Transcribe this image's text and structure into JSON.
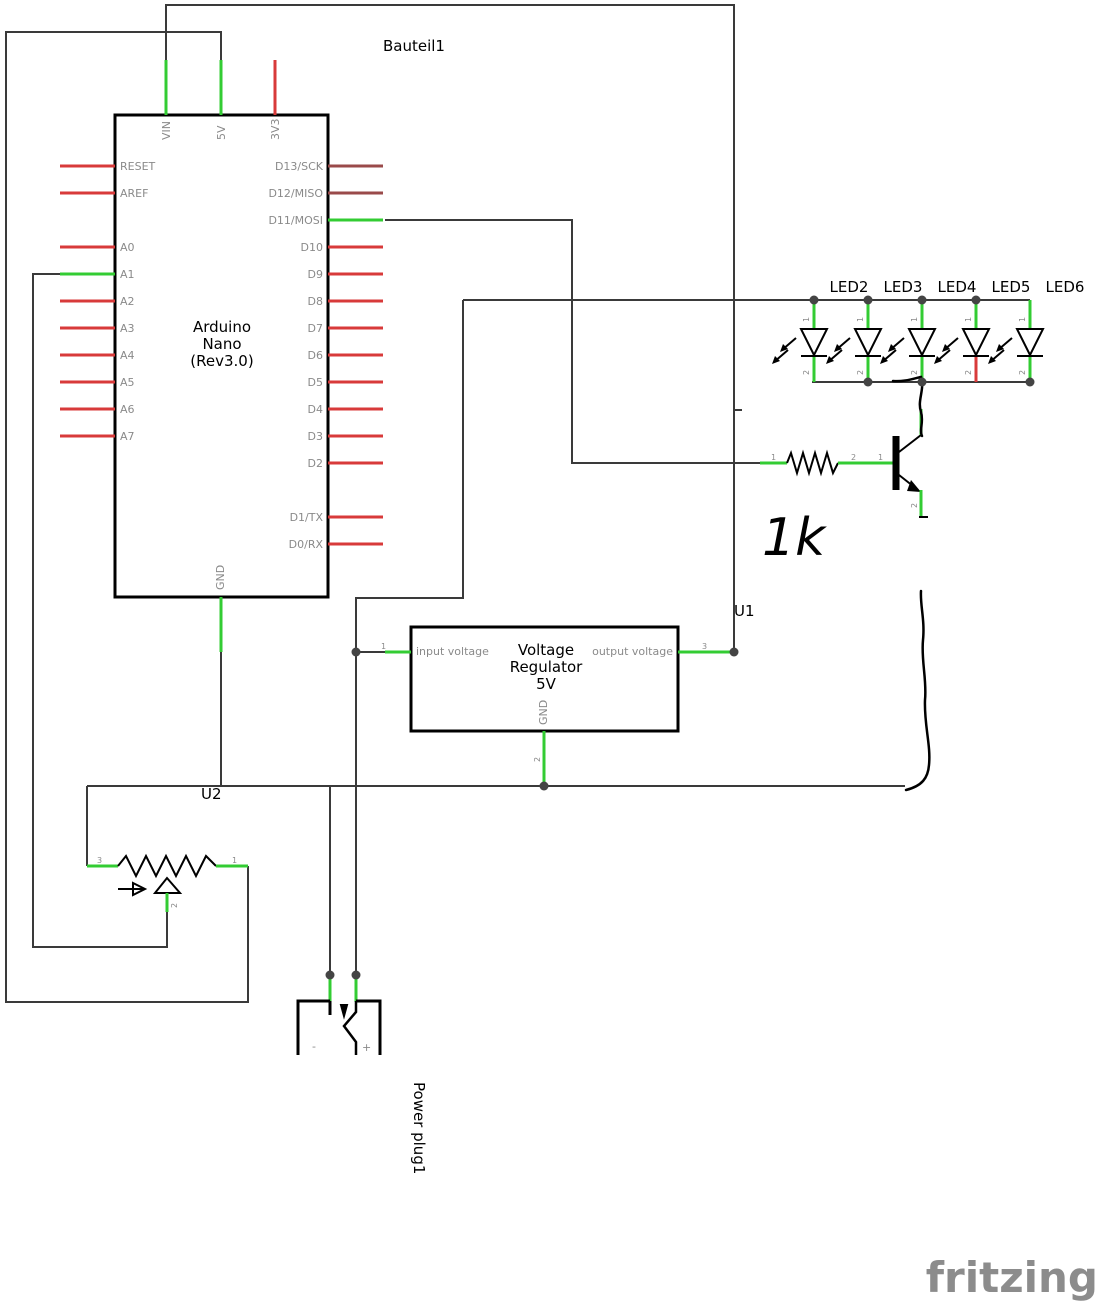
{
  "labels": {
    "arduino_ref": "Bauteil1",
    "arduino_title": [
      "Arduino",
      "Nano",
      "(Rev3.0)"
    ],
    "regulator_ref": "U1",
    "regulator_title": [
      "Voltage",
      "Regulator",
      "5V"
    ],
    "regulator_in": "input voltage",
    "regulator_out": "output voltage",
    "regulator_gnd": "GND",
    "pot_ref": "U2",
    "power_plug_ref": "Power plug1",
    "plug_minus": "-",
    "plug_plus": "+",
    "resistor_value": "1k",
    "led_labels": [
      "LED2",
      "LED3",
      "LED4",
      "LED5",
      "LED6"
    ],
    "logo": "fritzing"
  },
  "arduino_pins": {
    "top": [
      "VIN",
      "5V",
      "3V3"
    ],
    "left": [
      "RESET",
      "AREF",
      "A0",
      "A1",
      "A2",
      "A3",
      "A4",
      "A5",
      "A6",
      "A7"
    ],
    "right": [
      "D13/SCK",
      "D12/MISO",
      "D11/MOSI",
      "D10",
      "D9",
      "D8",
      "D7",
      "D6",
      "D5",
      "D4",
      "D3",
      "D2",
      "D1/TX",
      "D0/RX"
    ],
    "bottom": [
      "GND"
    ]
  },
  "pin_numbers": {
    "regulator": [
      "1",
      "3",
      "2"
    ],
    "pot": [
      "3",
      "1",
      "2"
    ],
    "resistor": [
      "1",
      "2"
    ],
    "transistor": [
      "1",
      "2"
    ],
    "led": [
      "1",
      "2"
    ]
  },
  "colors": {
    "wire": "#3a3a3a",
    "pin_connected": "#33cc33",
    "pin_unconnected": "#d83a3a",
    "logo": "#8c8c8c"
  }
}
